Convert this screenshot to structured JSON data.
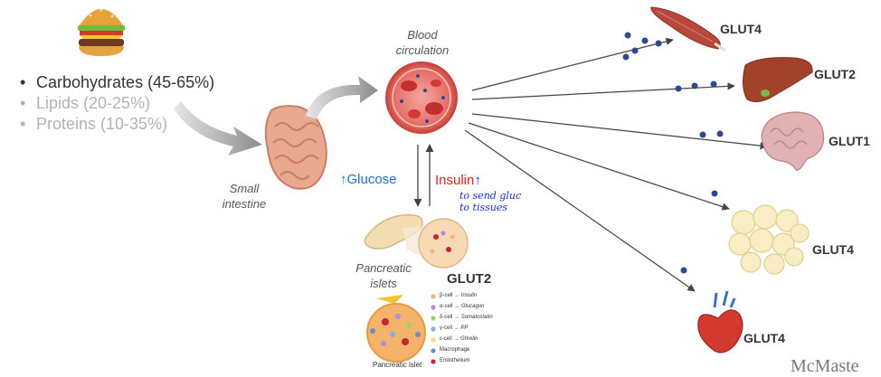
{
  "macronutrients": [
    {
      "label": "Carbohydrates (45-65%)",
      "color": "#333333"
    },
    {
      "label": "Lipids (20-25%)",
      "color": "#b3b3b3"
    },
    {
      "label": "Proteins (10-35%)",
      "color": "#b3b3b3"
    }
  ],
  "labels": {
    "small_intestine": "Small intestine",
    "blood_circulation": "Blood circulation",
    "pancreatic_islets": "Pancreatic islets",
    "glucose": "Glucose",
    "insulin": "Insulin",
    "handwritten_note": "to send gluc to tissues",
    "pancreatic_islet_caption": "Pancreatic islet",
    "mcmaster": "McMaste"
  },
  "transporters": {
    "muscle": "GLUT4",
    "liver": "GLUT2",
    "brain": "GLUT1",
    "adipose": "GLUT4",
    "heart": "GLUT4",
    "pancreas": "GLUT2"
  },
  "islet_legend": [
    {
      "cell": "β-cell",
      "hormone": "Insulin",
      "color": "#e8b97a"
    },
    {
      "cell": "α-cell",
      "hormone": "Glucagon",
      "color": "#b58cd6"
    },
    {
      "cell": "δ-cell",
      "hormone": "Somatostatin",
      "color": "#9ed16a"
    },
    {
      "cell": "γ-cell",
      "hormone": "PP",
      "color": "#7fb0e0"
    },
    {
      "cell": "ε-cell",
      "hormone": "Ghrelin",
      "color": "#f2e27a"
    },
    {
      "cell": "Macrophage",
      "hormone": "",
      "color": "#6a8fc7"
    },
    {
      "cell": "Endothelium",
      "hormone": "",
      "color": "#c0282d"
    }
  ],
  "colors": {
    "glucose_label": "#1f6fc4",
    "insulin_label": "#e02020",
    "glucose_dot": "#2d4c8f",
    "arrow": "#444444"
  },
  "icons": [
    "burger-icon",
    "intestine-icon",
    "blood-vessel-icon",
    "pancreas-icon",
    "islet-icon",
    "muscle-icon",
    "liver-icon",
    "brain-icon",
    "adipose-icon",
    "heart-icon"
  ]
}
